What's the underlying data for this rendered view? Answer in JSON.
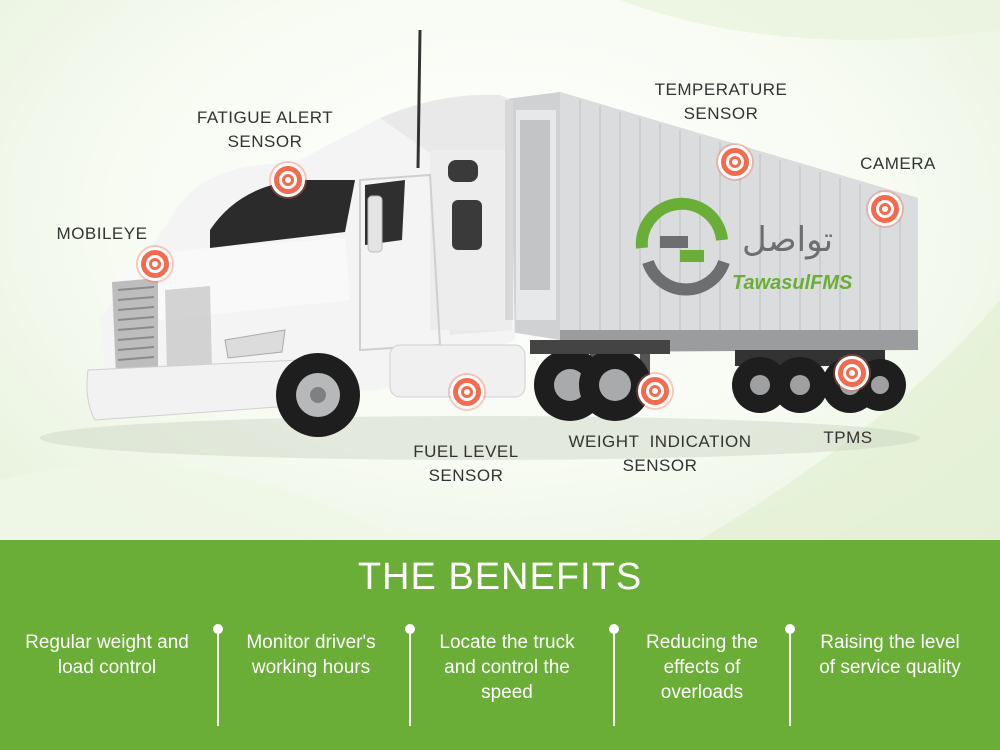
{
  "brand": {
    "arabic_name": "تواصل",
    "latin_name": "TawasulFMS",
    "green": "#6aad37",
    "gray": "#6d6e70"
  },
  "sensors": {
    "fatigue": [
      "FATIGUE ALERT",
      "SENSOR"
    ],
    "temperature": [
      "TEMPERATURE",
      "SENSOR"
    ],
    "camera": [
      "CAMERA"
    ],
    "mobileye": [
      "MOBILEYE"
    ],
    "fuel": [
      "FUEL LEVEL",
      "SENSOR"
    ],
    "weight": [
      "WEIGHT  INDICATION",
      "SENSOR"
    ],
    "tpms": [
      "TPMS"
    ]
  },
  "marker_color": "#f36b4f",
  "benefits": {
    "title": "THE BENEFITS",
    "items": [
      "Regular weight and load control",
      "Monitor driver's working hours",
      "Locate the truck and control the speed",
      "Reducing the effects of overloads",
      "Raising the level of service quality"
    ]
  }
}
